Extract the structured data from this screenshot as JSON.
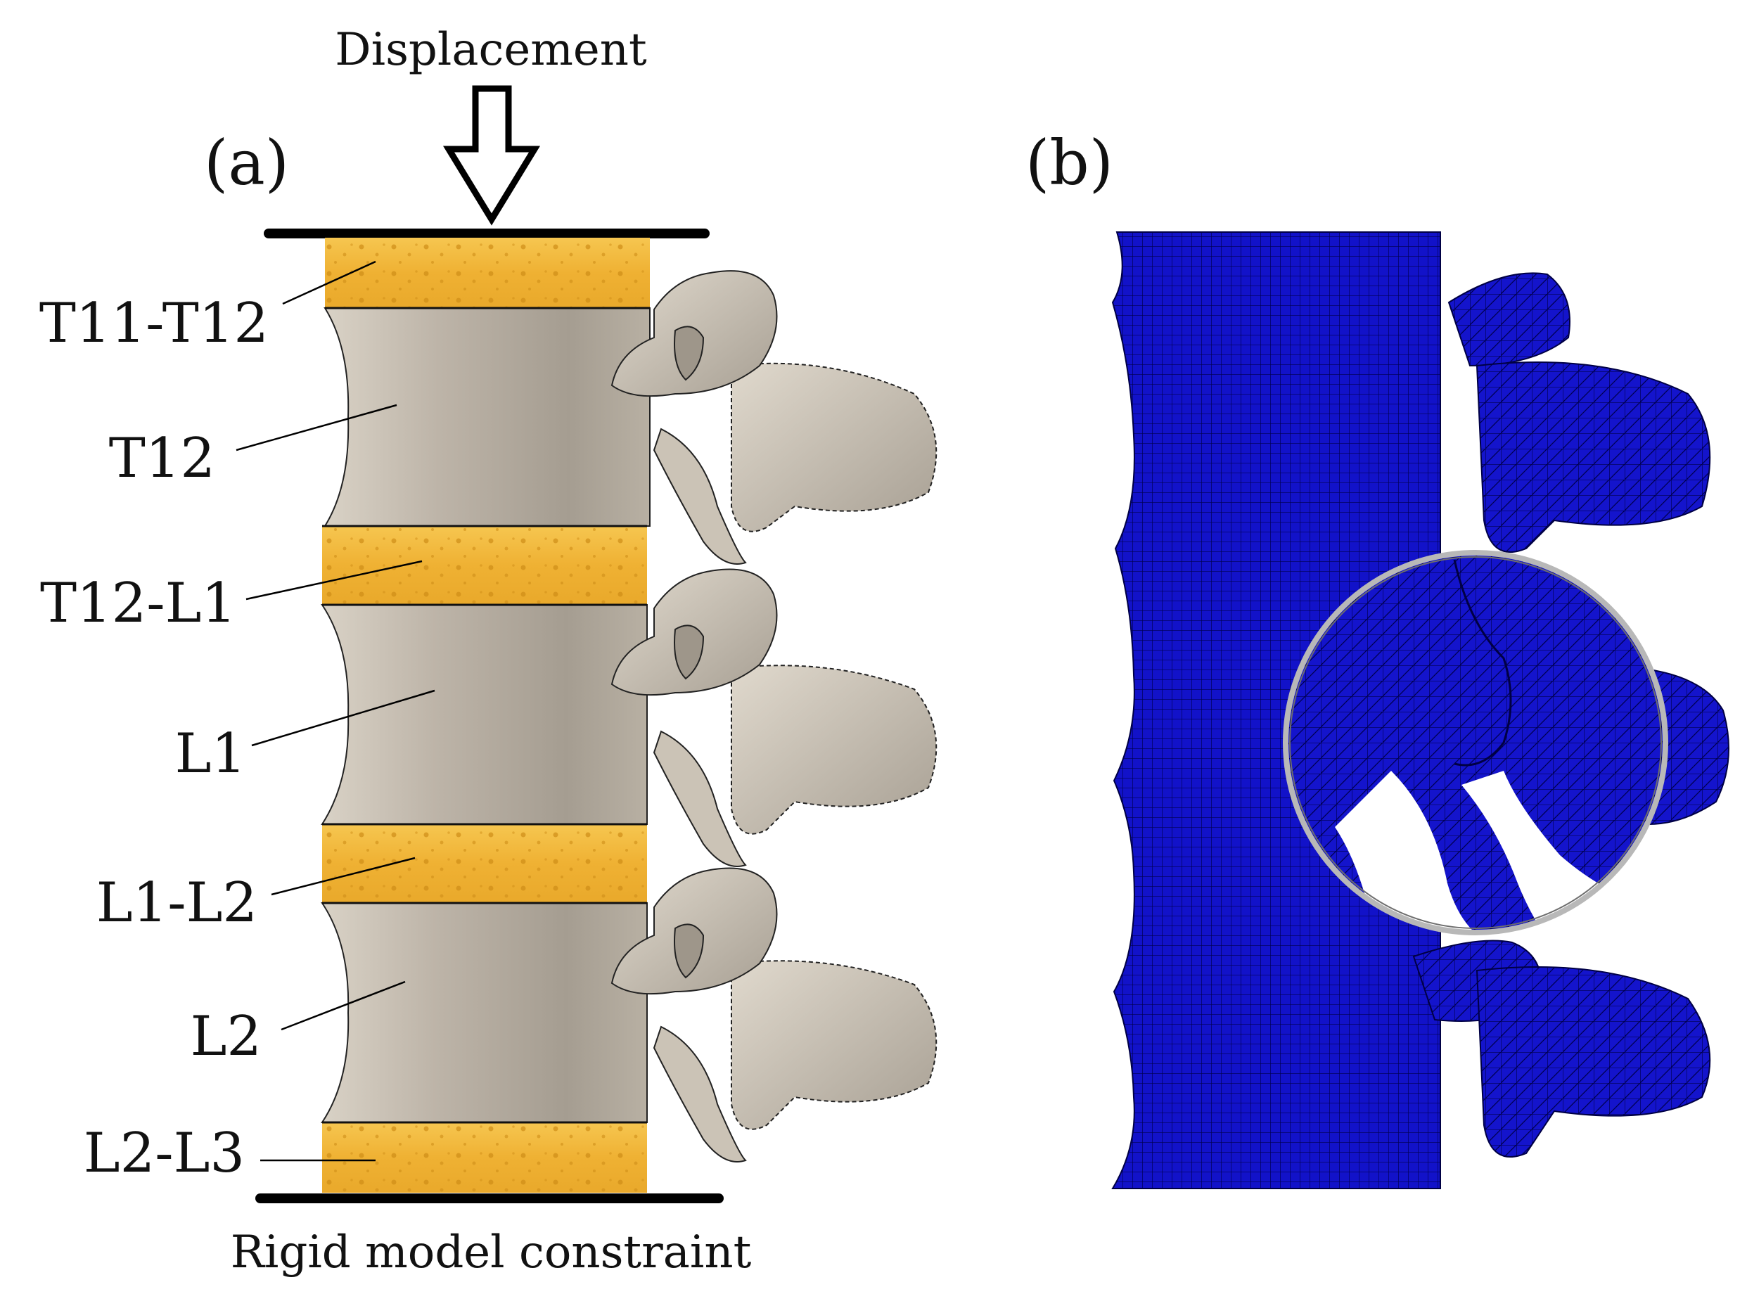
{
  "panel_a": {
    "tag": "(a)",
    "top_label": "Displacement",
    "bottom_label": "Rigid model constraint",
    "segments": [
      {
        "label": "T11-T12",
        "kind": "disc"
      },
      {
        "label": "T12",
        "kind": "vertebra"
      },
      {
        "label": "T12-L1",
        "kind": "disc"
      },
      {
        "label": "L1",
        "kind": "vertebra"
      },
      {
        "label": "L1-L2",
        "kind": "disc"
      },
      {
        "label": "L2",
        "kind": "vertebra"
      },
      {
        "label": "L2-L3",
        "kind": "disc"
      }
    ]
  },
  "panel_b": {
    "tag": "(b)"
  },
  "colors": {
    "disc": "#f0b53a",
    "disc_spot": "#c98a14",
    "bone": "#b9b1a5",
    "bone_light": "#d7d0c5",
    "bone_dark": "#8f877c",
    "mesh": "#1010c8",
    "mesh_line": "#000044",
    "plate": "#000000"
  }
}
